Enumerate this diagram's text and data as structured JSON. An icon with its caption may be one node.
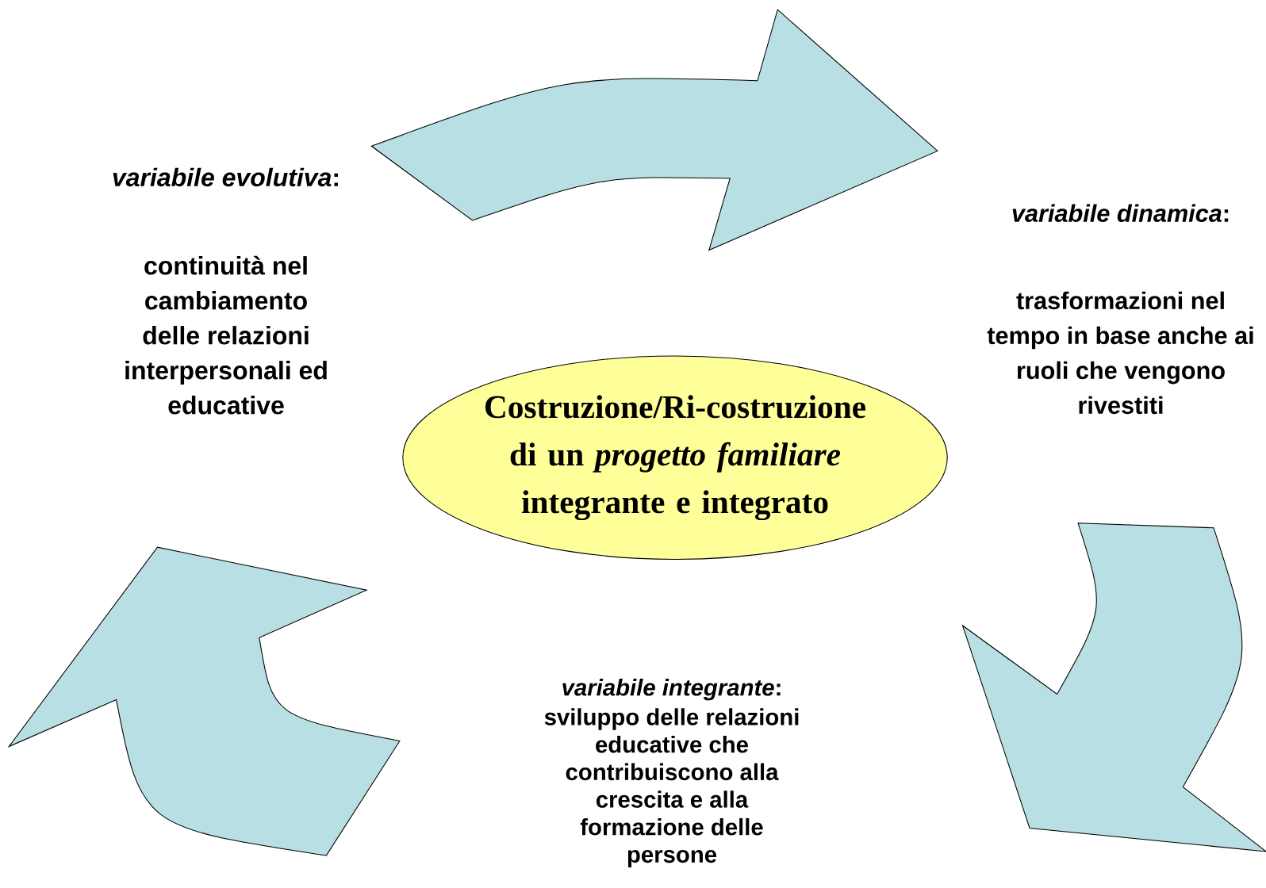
{
  "diagram": {
    "nodes": [
      {
        "text": [
          "Costruzione/Ri-costruzione di un *progetto familiare* integrante e integrato"
        ]
      },
      {
        "text": [
          "*variabile evolutiva*:",
          "continuità nel cambiamento delle relazioni interpersonali ed educative"
        ]
      },
      {
        "text": [
          "*variabile dinamica*:",
          "trasformazioni nel tempo in base anche ai ruoli che vengono rivestiti"
        ]
      },
      {
        "text": [
          "*variabile integrante*:",
          "sviluppo delle relazioni educative che contribuiscono alla crescita e alla formazione delle persone"
        ]
      }
    ],
    "edges": [
      {
        "from": 1,
        "to": 2,
        "arrow": "to"
      },
      {
        "from": 2,
        "to": 3,
        "arrow": "to"
      },
      {
        "from": 3,
        "to": 1,
        "arrow": "to"
      }
    ]
  }
}
